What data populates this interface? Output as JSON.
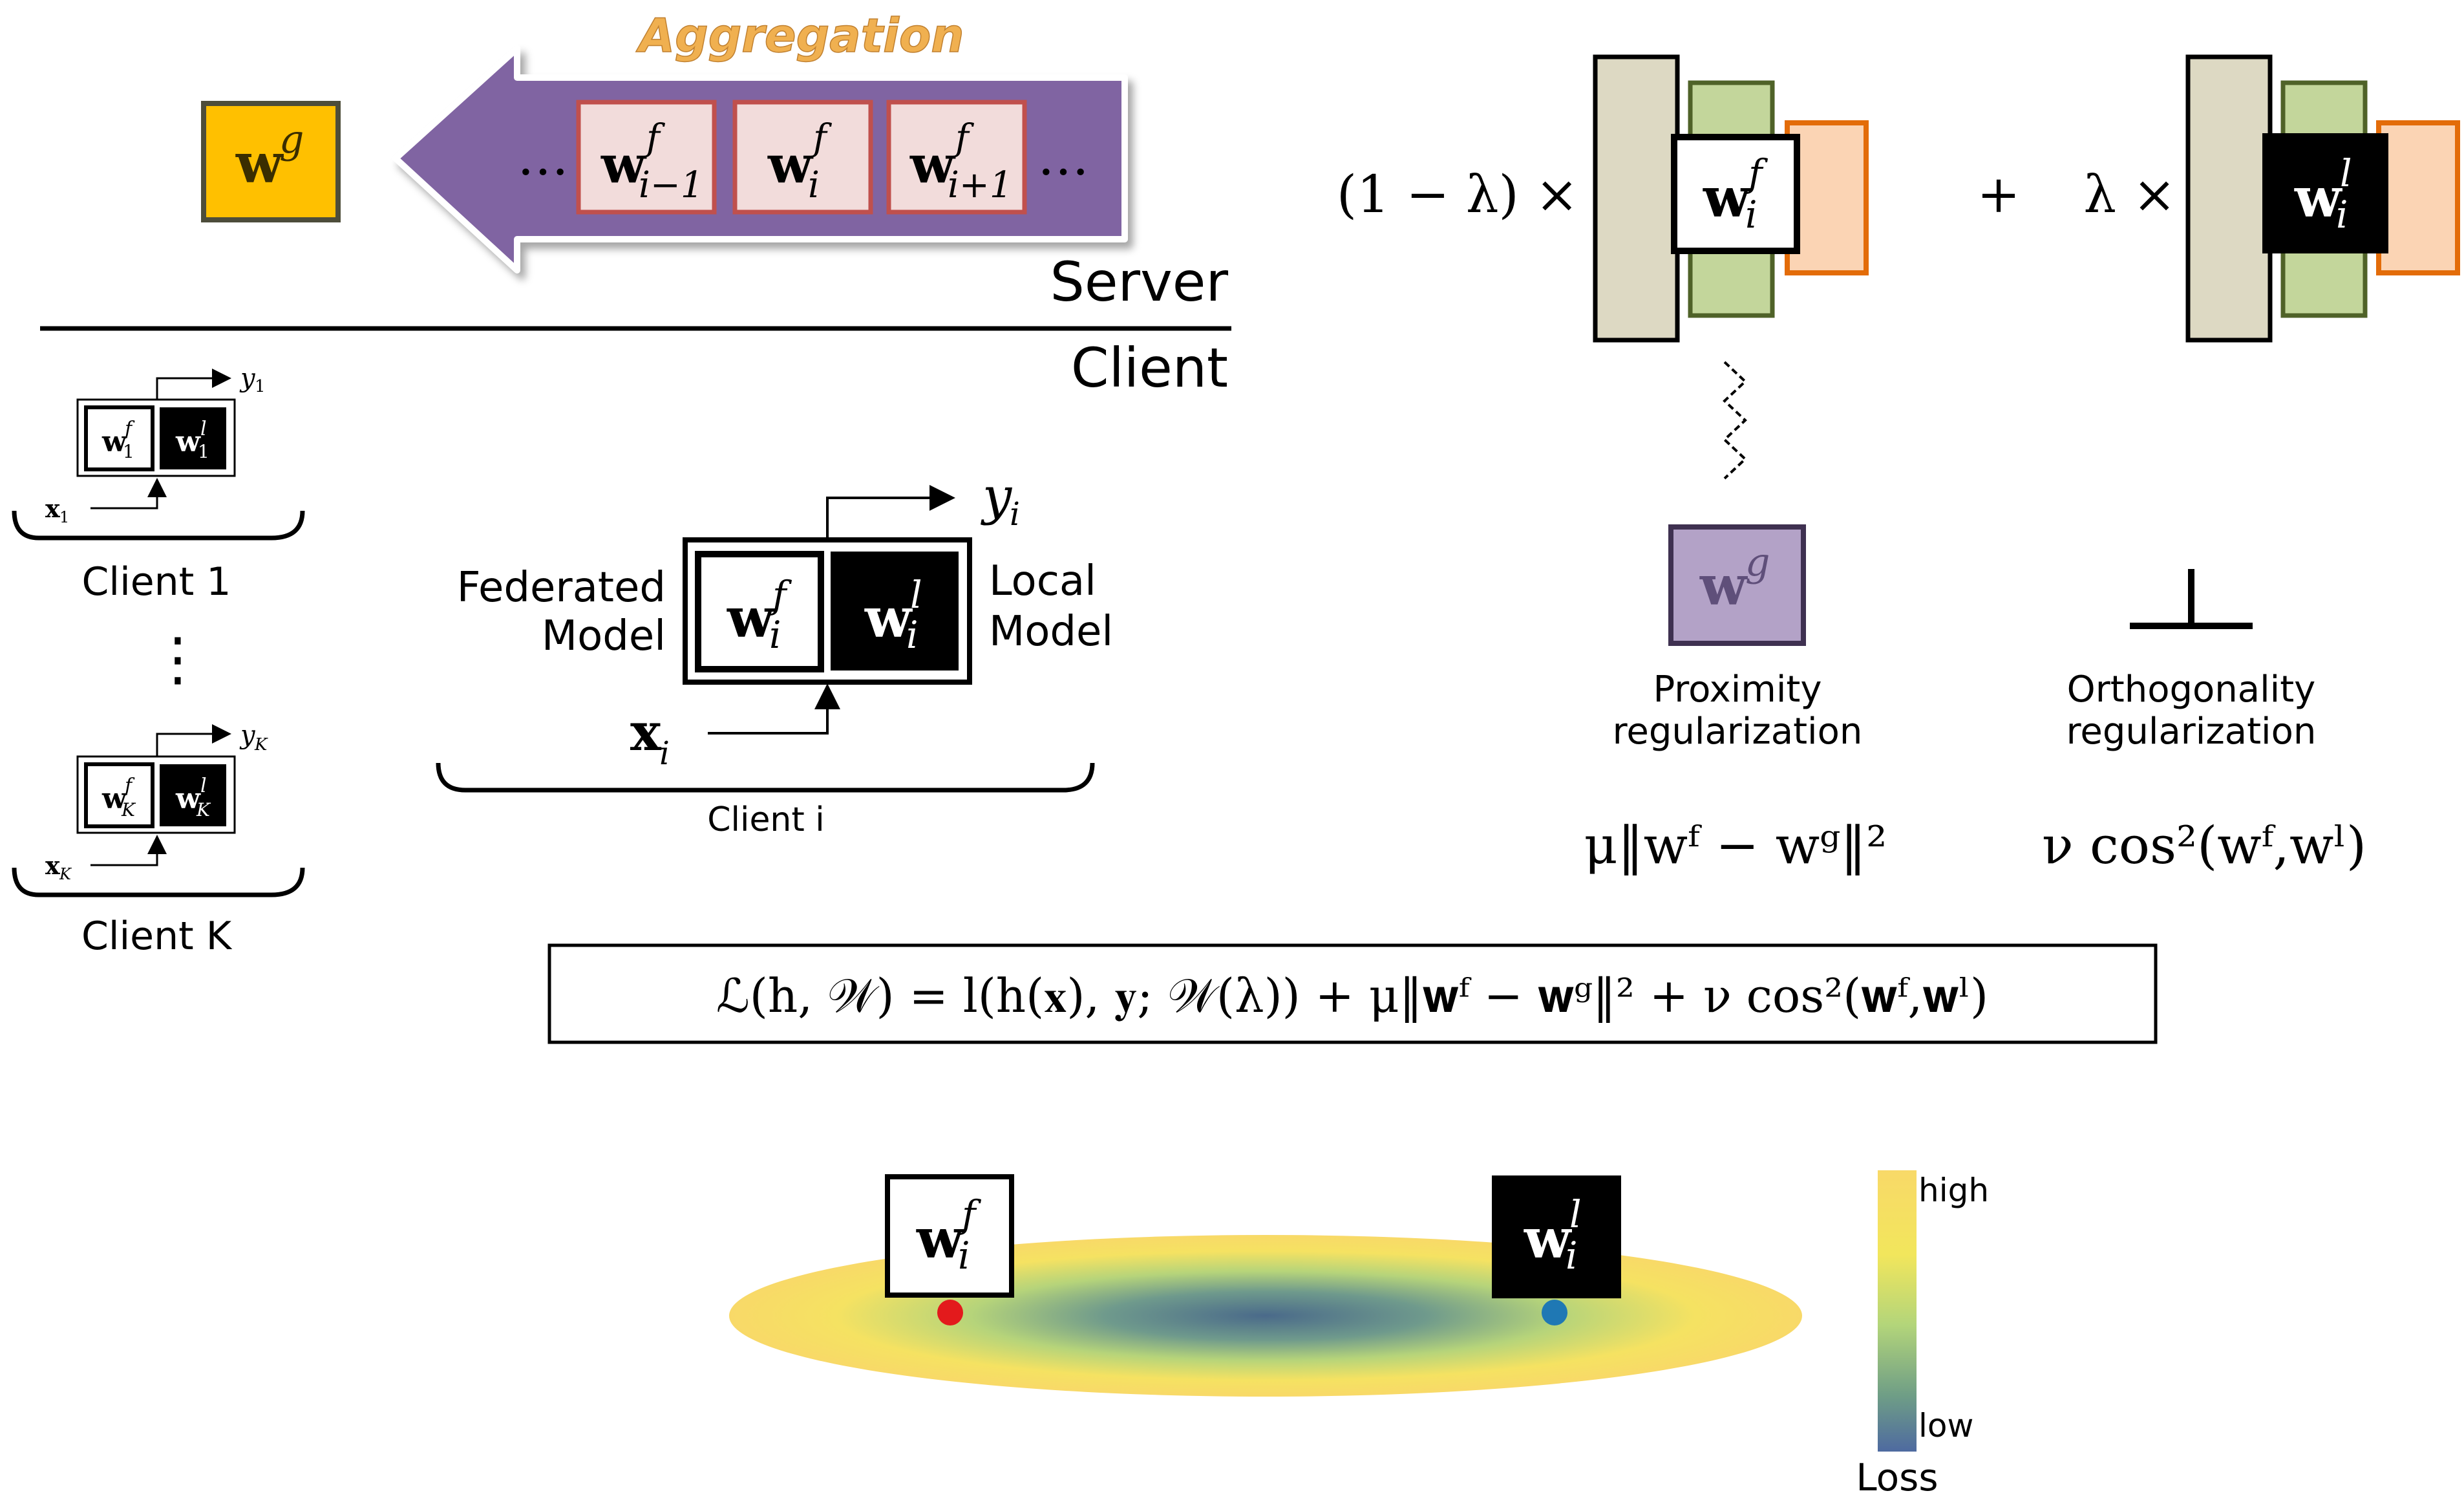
{
  "server": {
    "title": "Aggregation",
    "label": "Server",
    "global_weight": {
      "base": "w",
      "sup": "g"
    },
    "dots_left": "…",
    "dots_right": "…",
    "weights": [
      {
        "base": "w",
        "sup": "f",
        "sub": "i−1"
      },
      {
        "base": "w",
        "sup": "f",
        "sub": "i"
      },
      {
        "base": "w",
        "sup": "f",
        "sub": "i+1"
      }
    ]
  },
  "client": {
    "label": "Client",
    "vertical_dots": "⋮",
    "small_clients": [
      {
        "label": "Client 1",
        "x": "x",
        "x_sub": "1",
        "y": "y",
        "y_sub": "1",
        "wf_sub": "1",
        "wl_sub": "1"
      },
      {
        "label": "Client K",
        "x": "x",
        "x_sub": "K",
        "y": "y",
        "y_sub": "K",
        "wf_sub": "K",
        "wl_sub": "K"
      }
    ],
    "main_client": {
      "label": "Client i",
      "federated_label_1": "Federated",
      "federated_label_2": "Model",
      "local_label_1": "Local",
      "local_label_2": "Model",
      "x": "x",
      "x_sub": "i",
      "y": "y",
      "y_sub": "i",
      "wf": {
        "base": "w",
        "sup": "f",
        "sub": "i"
      },
      "wl": {
        "base": "w",
        "sup": "l",
        "sub": "i"
      }
    }
  },
  "combination": {
    "left_coef": "(1 − λ) ×",
    "plus": "+",
    "right_coef": "λ ×",
    "wf": {
      "base": "w",
      "sup": "f",
      "sub": "i"
    },
    "wl": {
      "base": "w",
      "sup": "l",
      "sub": "i"
    }
  },
  "regularization": {
    "proximity": {
      "weight": {
        "base": "w",
        "sup": "g"
      },
      "label_1": "Proximity",
      "label_2": "regularization",
      "formula": "μ‖wᶠ − wᵍ‖²"
    },
    "orthogonality": {
      "symbol": "⊥",
      "label_1": "Orthogonality",
      "label_2": "regularization",
      "formula": "ν cos²(wᶠ,wˡ)"
    }
  },
  "loss_formula": "ℒ(h, 𝒲) = l(h(𝐱), 𝐲; 𝒲(λ)) + μ‖𝐰ᶠ − 𝐰ᵍ‖² + ν cos²(𝐰ᶠ,𝐰ˡ)",
  "landscape": {
    "wf": {
      "base": "w",
      "sup": "f",
      "sub": "i"
    },
    "wl": {
      "base": "w",
      "sup": "l",
      "sub": "i"
    },
    "colorbar_high": "high",
    "colorbar_low": "low",
    "colorbar_title": "Loss"
  },
  "colors": {
    "aggregation_arrow": "#8064a2",
    "aggregation_title": "#f0b050",
    "global_weight_fill": "#ffc000",
    "weight_card_fill": "#f2dcdb",
    "weight_card_border": "#c0504d",
    "layer_beige": "#ddd9c3",
    "layer_green": "#c3d69b",
    "layer_orange": "#fbd4b4",
    "layer_orange_border": "#e36c09",
    "proximity_fill": "#b3a2c7",
    "endpoint_red": "#e31a1c",
    "endpoint_blue": "#1f78b4"
  }
}
